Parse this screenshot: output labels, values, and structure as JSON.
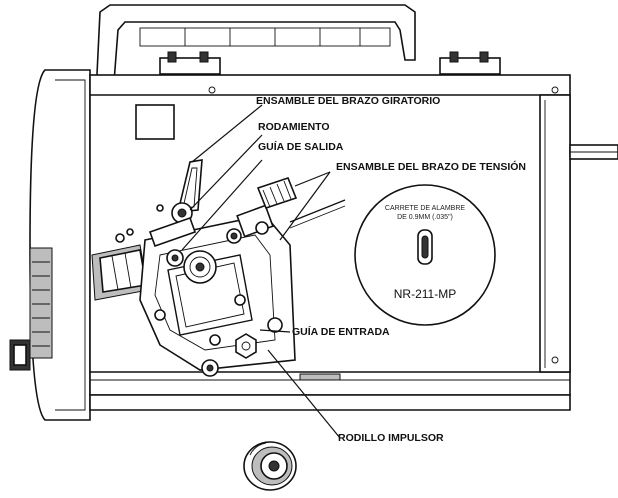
{
  "labels": {
    "brazo_giratorio": "ENSAMBLE DEL BRAZO GIRATORIO",
    "rodamiento": "RODAMIENTO",
    "guia_salida": "GUÍA DE SALIDA",
    "brazo_tension": "ENSAMBLE DEL BRAZO DE TENSIÓN",
    "guia_entrada": "GUÍA DE ENTRADA",
    "rodillo_impulsor": "RODILLO IMPULSOR"
  },
  "spool": {
    "caption_line1": "CARRETE DE ALAMBRE",
    "caption_line2": "DE 0.9MM (.035\")",
    "model": "NR-211-MP"
  }
}
